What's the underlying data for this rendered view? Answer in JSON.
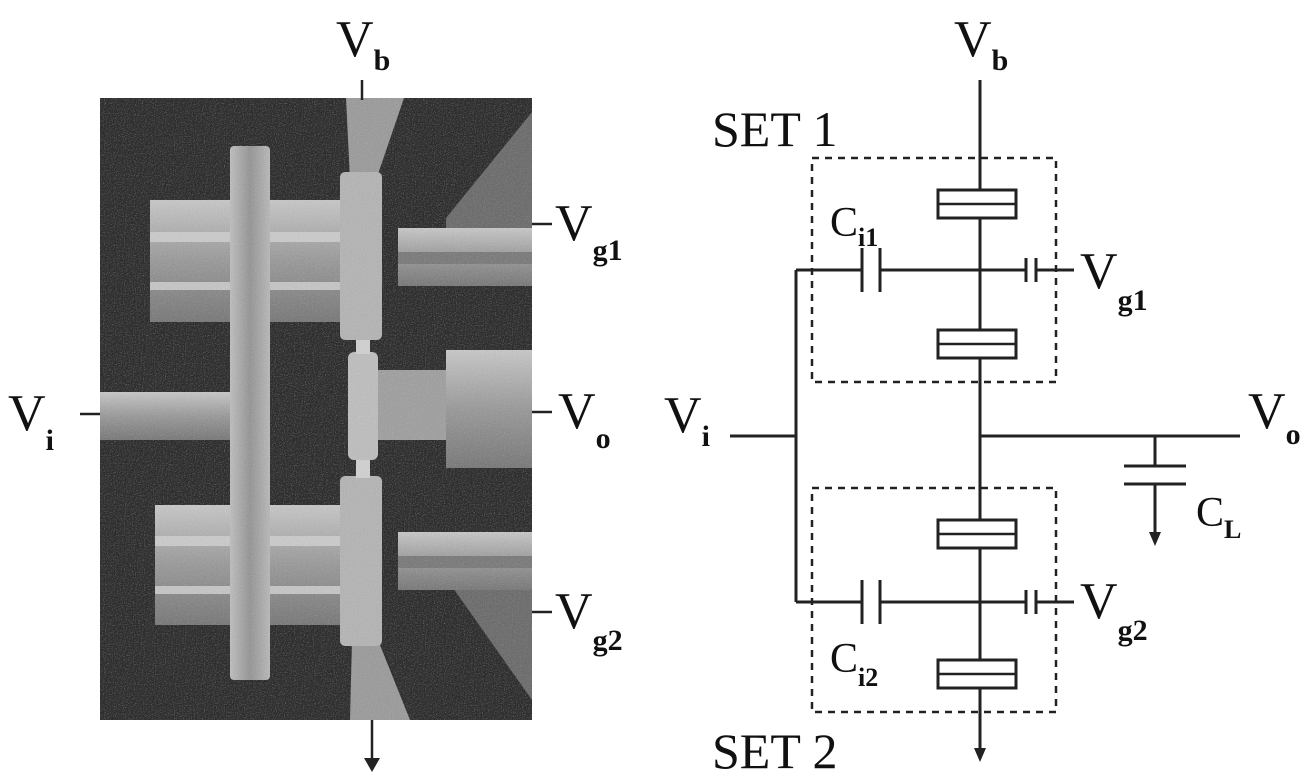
{
  "micrograph": {
    "labels": {
      "vb": {
        "main": "V",
        "sub": "b"
      },
      "vg1": {
        "main": "V",
        "sub": "g1"
      },
      "vi": {
        "main": "V",
        "sub": "i"
      },
      "vo": {
        "main": "V",
        "sub": "o"
      },
      "vg2": {
        "main": "V",
        "sub": "g2"
      }
    }
  },
  "schematic": {
    "set1_label": "SET 1",
    "set2_label": "SET 2",
    "labels": {
      "vb": {
        "main": "V",
        "sub": "b"
      },
      "vg1": {
        "main": "V",
        "sub": "g1"
      },
      "vi": {
        "main": "V",
        "sub": "i"
      },
      "vo": {
        "main": "V",
        "sub": "o"
      },
      "vg2": {
        "main": "V",
        "sub": "g2"
      },
      "ci1": {
        "main": "C",
        "sub": "i1"
      },
      "ci2": {
        "main": "C",
        "sub": "i2"
      },
      "cl": {
        "main": "C",
        "sub": "L"
      }
    }
  },
  "colors": {
    "micrograph_bg": "#2e2e2e",
    "metal": "#8f8f8f",
    "metal_light": "#b4b4b4",
    "wire": "#222222"
  }
}
